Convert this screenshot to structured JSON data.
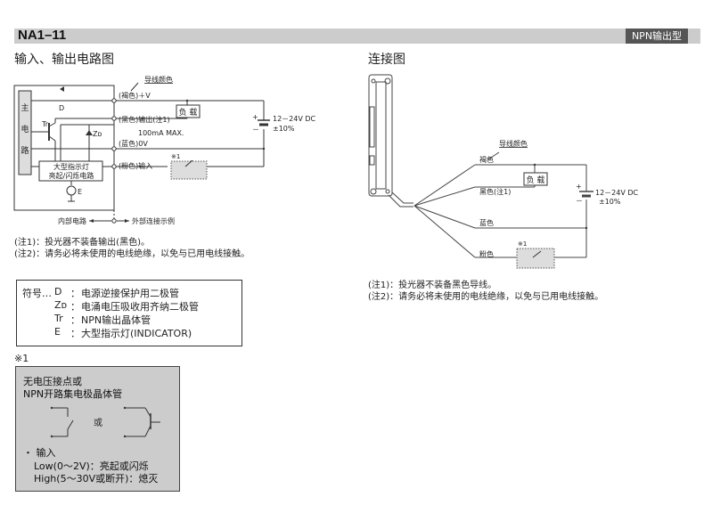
{
  "header": {
    "model": "NA1–11",
    "type_badge": "NPN输出型"
  },
  "left_section": {
    "title": "输入、输出电路图",
    "diagram": {
      "wire_color_label": "导线颜色",
      "main_circuit_label": [
        "主",
        "电",
        "路"
      ],
      "indicator_circuit_label": [
        "大型指示灯",
        "亮起/闪烁电路"
      ],
      "terminals": [
        {
          "label": "(褐色)＋V"
        },
        {
          "label": "(黑色)输出(注1)"
        },
        {
          "label": "(蓝色)0V"
        },
        {
          "label": "(粉色)输入"
        }
      ],
      "current_limit": "100mA  MAX.",
      "load_label": "负 载",
      "supply_voltage": "12－24V DC",
      "supply_tolerance": "±10%",
      "plus_sign": "+",
      "minus_sign": "－",
      "ref_mark": "※1",
      "component_labels": {
        "diode": "D",
        "transistor": "Tr",
        "zener": "Zᴅ",
        "indicator": "E"
      },
      "internal_label": "内部电路",
      "external_label": "外部连接示例"
    },
    "notes": [
      "(注1)：投光器不装备输出(黑色)。",
      "(注2)：请务必将未使用的电线绝缘，以免与已用电线接触。"
    ],
    "legend": {
      "prefix": "符号…",
      "items": [
        {
          "symbol": "D",
          "sep": "：",
          "desc": "电源逆接保护用二极管"
        },
        {
          "symbol": "Zᴅ",
          "sep": "：",
          "desc": "电涌电压吸收用齐纳二极管"
        },
        {
          "symbol": "Tr",
          "sep": "：",
          "desc": "NPN输出晶体管"
        },
        {
          "symbol": "E",
          "sep": "：",
          "desc": "大型指示灯(INDICATOR)"
        }
      ]
    },
    "reference": {
      "mark": "※1",
      "title_lines": [
        "无电压接点或",
        "NPN开路集电极晶体管"
      ],
      "or_label": "或",
      "input_heading": "・ 输入",
      "conditions": [
        "Low(0～2V)：亮起或闪烁",
        "High(5～30V或断开)：熄灭"
      ]
    }
  },
  "right_section": {
    "title": "连接图",
    "diagram": {
      "wire_color_label": "导线颜色",
      "wires": [
        {
          "label": "褐色"
        },
        {
          "label": "黑色(注1)"
        },
        {
          "label": "蓝色"
        },
        {
          "label": "粉色"
        }
      ],
      "load_label": "负 载",
      "supply_voltage": "12－24V DC",
      "supply_tolerance": "±10%",
      "plus_sign": "+",
      "minus_sign": "－",
      "ref_mark": "※1"
    },
    "notes": [
      "(注1)：投光器不装备黑色导线。",
      "(注2)：请务必将未使用的电线绝缘，以免与已用电线接触。"
    ]
  }
}
